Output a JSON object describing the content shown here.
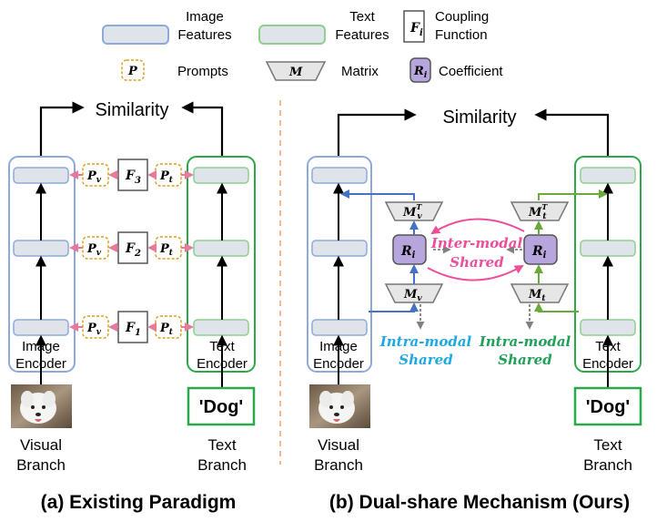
{
  "legend": {
    "image_features": [
      "Image",
      "Features"
    ],
    "text_features": [
      "Text",
      "Features"
    ],
    "coupling_function": [
      "Coupling",
      "Function"
    ],
    "coupling_symbol": "F",
    "coupling_sub": "i",
    "prompts": "Prompts",
    "prompt_symbol": "P",
    "matrix": "Matrix",
    "matrix_symbol": "M",
    "coefficient": "Coefficient",
    "coefficient_symbol": "R",
    "coefficient_sub": "i"
  },
  "panel_a": {
    "similarity": "Similarity",
    "image_encoder": [
      "Image",
      "Encoder"
    ],
    "text_encoder": [
      "Text",
      "Encoder"
    ],
    "dog_label": "'Dog'",
    "visual_branch": [
      "Visual",
      "Branch"
    ],
    "text_branch": [
      "Text",
      "Branch"
    ],
    "caption": "(a) Existing Paradigm",
    "prompt_v": "P",
    "prompt_v_sub": "v",
    "prompt_t": "P",
    "prompt_t_sub": "t",
    "coupling_levels": [
      {
        "symbol": "F",
        "sub": "3"
      },
      {
        "symbol": "F",
        "sub": "2"
      },
      {
        "symbol": "F",
        "sub": "1"
      }
    ]
  },
  "panel_b": {
    "similarity": "Similarity",
    "image_encoder": [
      "Image",
      "Encoder"
    ],
    "text_encoder": [
      "Text",
      "Encoder"
    ],
    "dog_label": "'Dog'",
    "visual_branch": [
      "Visual",
      "Branch"
    ],
    "text_branch": [
      "Text",
      "Branch"
    ],
    "caption": "(b) Dual-share Mechanism (Ours)",
    "inter_modal": [
      "Inter-modal",
      "Shared"
    ],
    "intra_modal_left": [
      "Intra-modal",
      "Shared"
    ],
    "intra_modal_right": [
      "Intra-modal",
      "Shared"
    ],
    "m_v": "M",
    "m_v_sub": "v",
    "m_v_t": "M",
    "m_v_t_sub": "v",
    "m_v_t_sup": "T",
    "m_t": "M",
    "m_t_sub": "t",
    "m_t_t": "M",
    "m_t_t_sub": "t",
    "m_t_t_sup": "T",
    "r_left": "R",
    "r_left_sub": "i",
    "r_right": "R",
    "r_right_sub": "i"
  },
  "colors": {
    "image_blue": "#8eaadb",
    "feature_fill": "#dfe3ea",
    "text_green": "#2aa84a",
    "text_green_light": "#8fd08f",
    "prompt_orange": "#d9a21b",
    "coupling_pink": "#e8799b",
    "blue_arrow": "#4472c4",
    "green_arrow": "#6aaa3a",
    "intra_left": "#20a9e0",
    "intra_right": "#22a05a",
    "inter_pink": "#ec4f9a",
    "coeff_purple": "#b7a6dd",
    "divider": "#f0a070"
  },
  "icons": [
    "dog-photo",
    "arrow-up",
    "arrow-left",
    "arrow-right"
  ]
}
